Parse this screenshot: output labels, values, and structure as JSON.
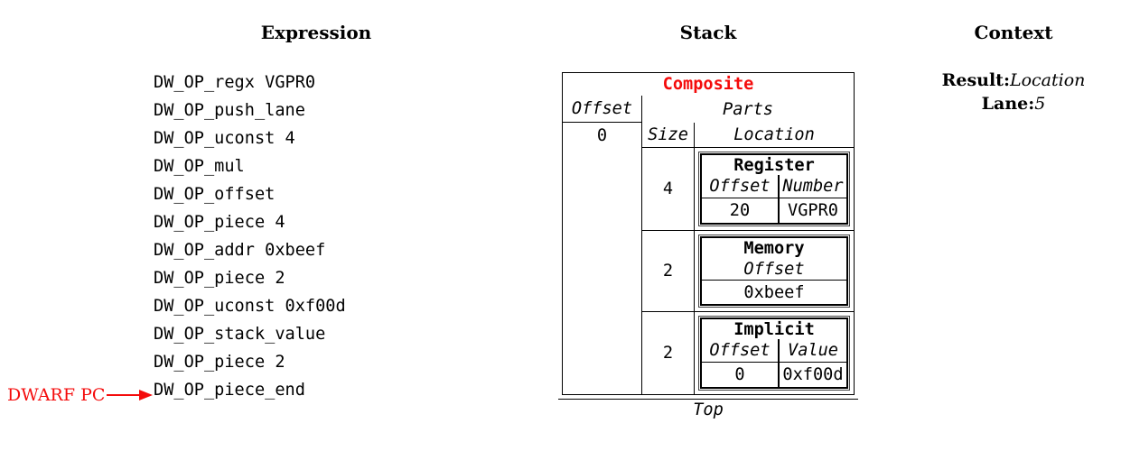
{
  "columns": {
    "expression": "Expression",
    "stack": "Stack",
    "context": "Context"
  },
  "expression": {
    "ops": [
      "DW_OP_regx VGPR0",
      "DW_OP_push_lane",
      "DW_OP_uconst 4",
      "DW_OP_mul",
      "DW_OP_offset",
      "DW_OP_piece 4",
      "DW_OP_addr 0xbeef",
      "DW_OP_piece 2",
      "DW_OP_uconst 0xf00d",
      "DW_OP_stack_value",
      "DW_OP_piece 2",
      "DW_OP_piece_end"
    ],
    "pc_label": "DWARF PC"
  },
  "stack": {
    "title": "Composite",
    "offset_header": "Offset",
    "offset_value": "0",
    "parts_header": "Parts",
    "size_header": "Size",
    "location_header": "Location",
    "top_label": "Top",
    "parts": [
      {
        "size": "4",
        "kind": "Register",
        "fields": [
          {
            "label": "Offset",
            "value": "20"
          },
          {
            "label": "Number",
            "value": "VGPR0"
          }
        ]
      },
      {
        "size": "2",
        "kind": "Memory",
        "fields": [
          {
            "label": "Offset",
            "value": "0xbeef"
          }
        ]
      },
      {
        "size": "2",
        "kind": "Implicit",
        "fields": [
          {
            "label": "Offset",
            "value": "0"
          },
          {
            "label": "Value",
            "value": "0xf00d"
          }
        ]
      }
    ]
  },
  "context": {
    "result_label": "Result:",
    "result_value": "Location",
    "lane_label": "Lane:",
    "lane_value": "5"
  },
  "colors": {
    "accent_red": "#f40b0b",
    "line_black": "#000000",
    "background": "#ffffff"
  }
}
